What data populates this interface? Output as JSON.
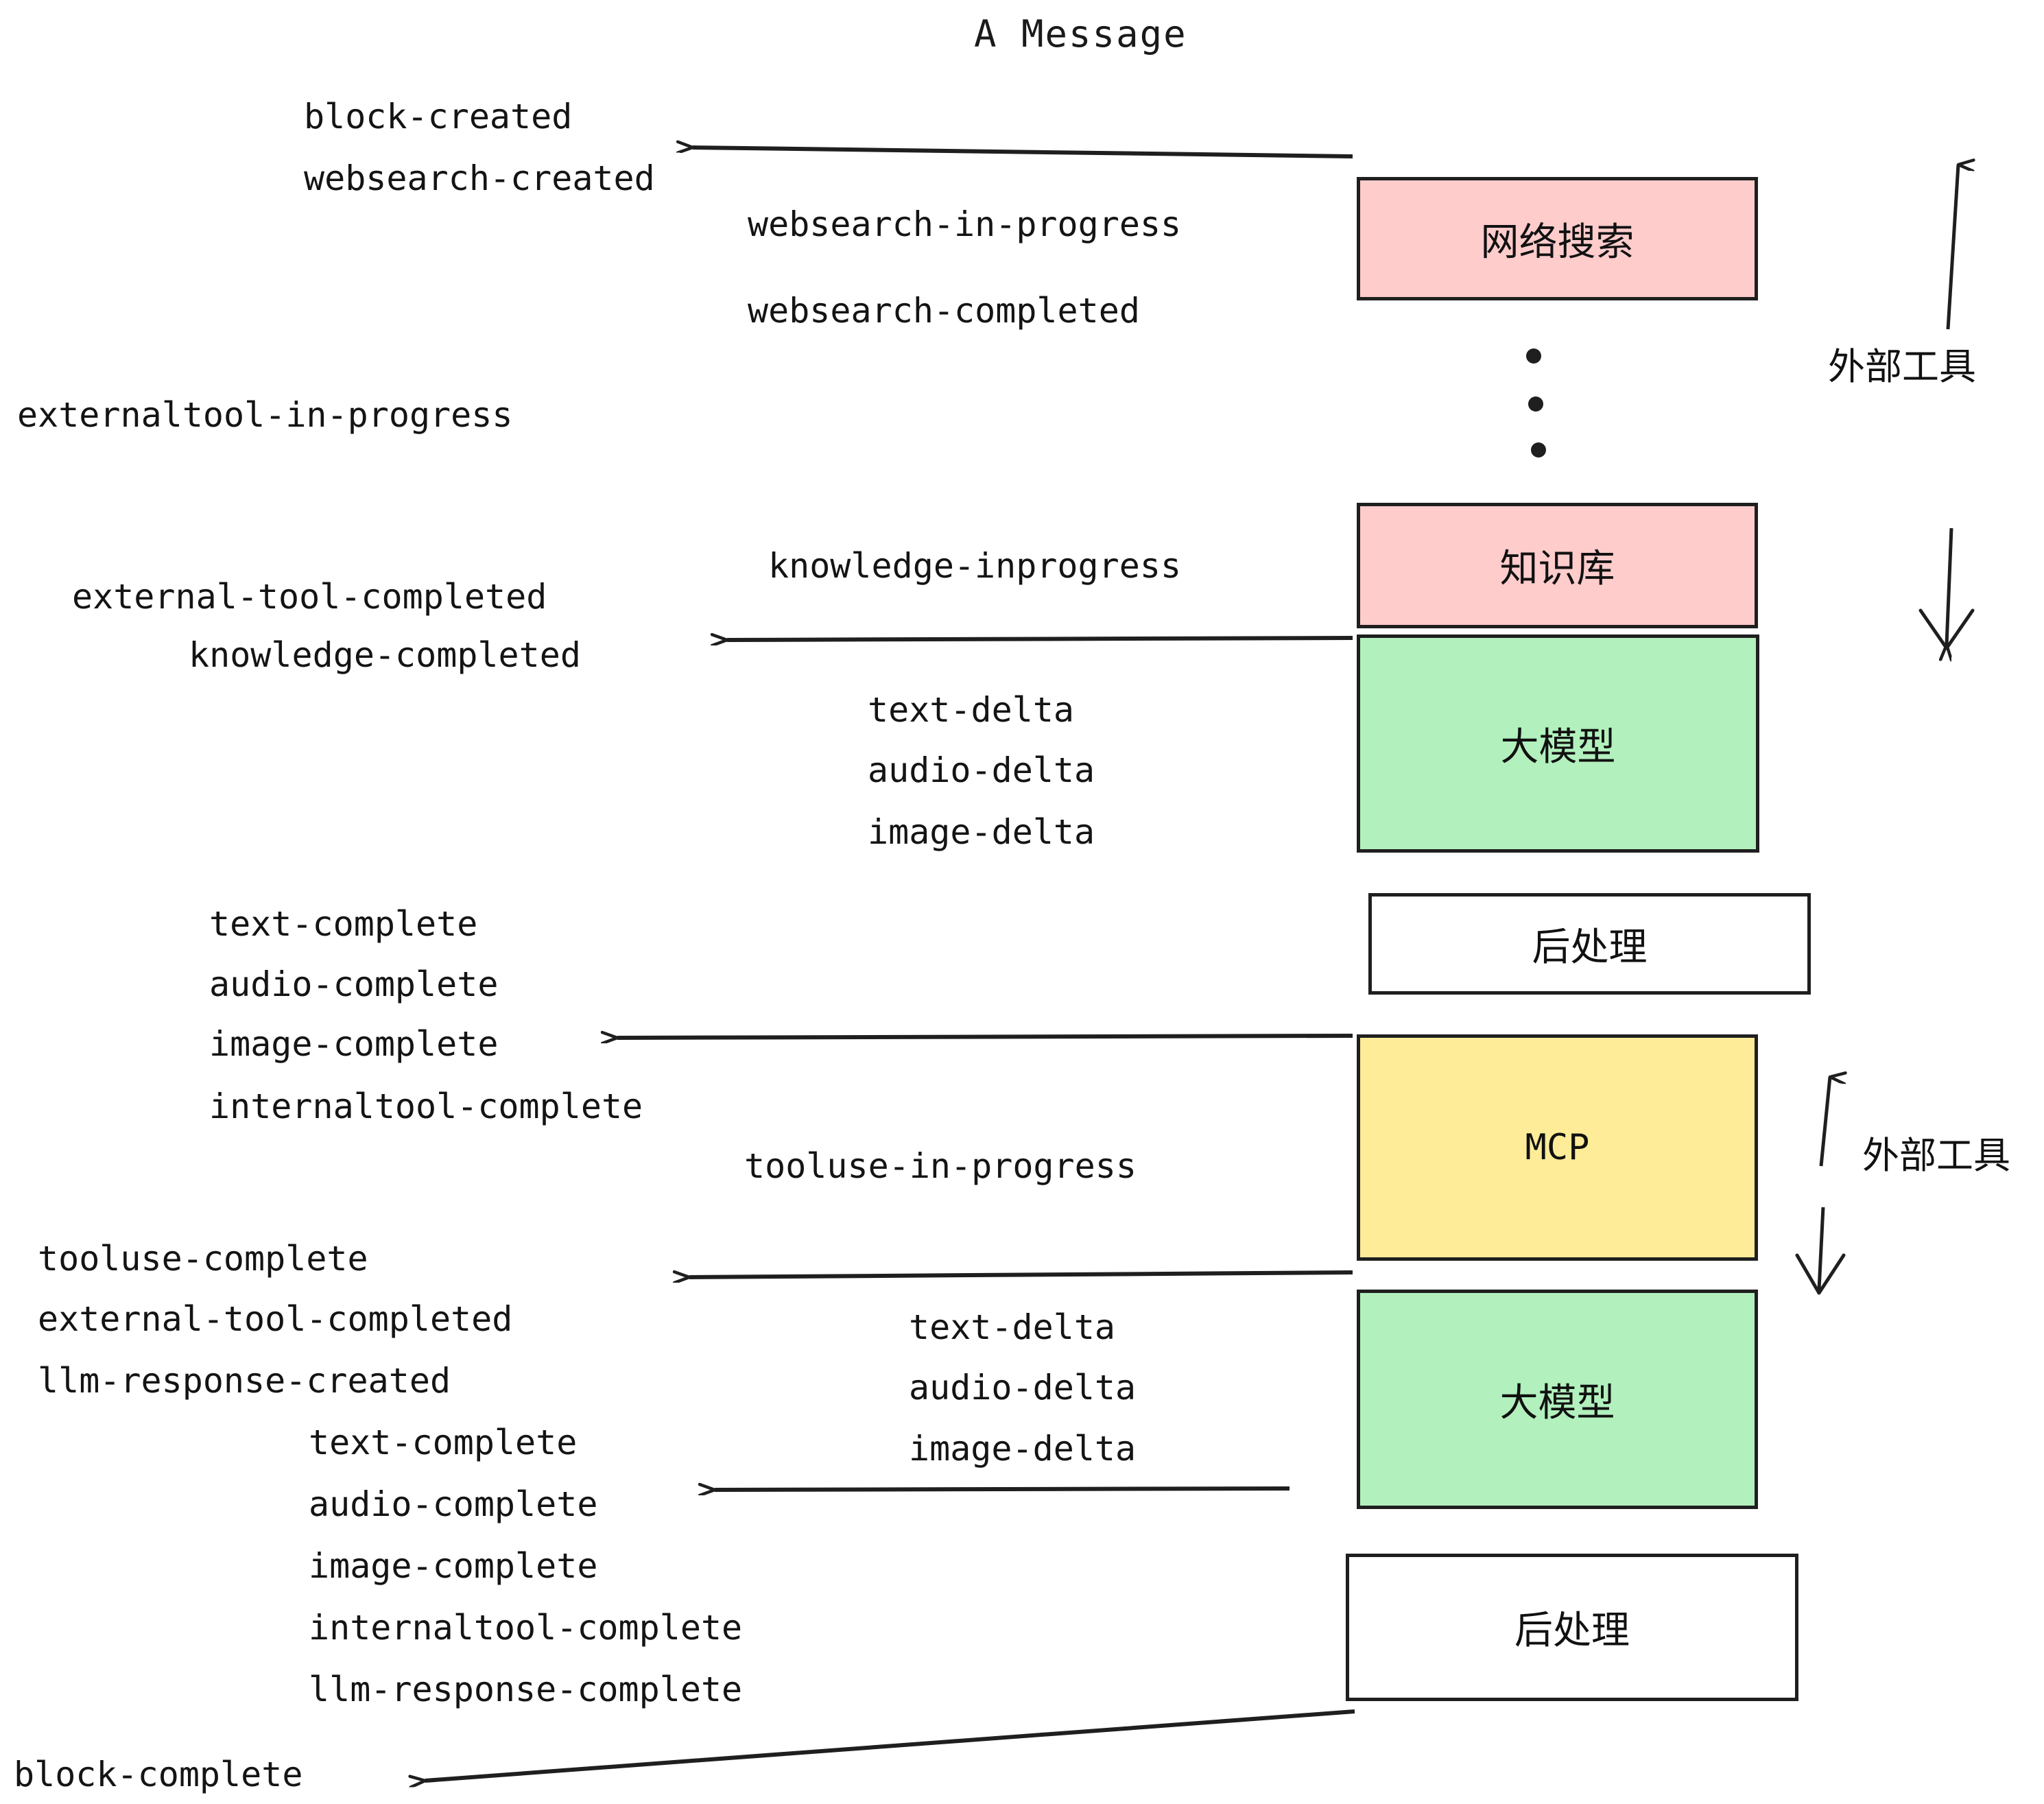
{
  "title": "A Message",
  "colors": {
    "pink": "#ffcccc",
    "green": "#b2f0bd",
    "yellow": "#ffec99",
    "white": "#ffffff",
    "stroke": "#1f1f1f",
    "text": "#141414"
  },
  "boxes": [
    {
      "id": "websearch",
      "label": "网络搜索",
      "fill": "pink"
    },
    {
      "id": "knowledge",
      "label": "知识库",
      "fill": "pink"
    },
    {
      "id": "llm-top",
      "label": "大模型",
      "fill": "green"
    },
    {
      "id": "postprocess-top",
      "label": "后处理",
      "fill": "white"
    },
    {
      "id": "mcp",
      "label": "MCP",
      "fill": "yellow"
    },
    {
      "id": "llm-bottom",
      "label": "大模型",
      "fill": "green"
    },
    {
      "id": "postprocess-bottom",
      "label": "后处理",
      "fill": "white"
    }
  ],
  "side_labels": [
    {
      "id": "external-tools-top",
      "label": "外部工具"
    },
    {
      "id": "external-tools-bottom",
      "label": "外部工具"
    }
  ],
  "events": [
    {
      "id": "block-created",
      "text": "block-created"
    },
    {
      "id": "websearch-created",
      "text": "websearch-created"
    },
    {
      "id": "websearch-in-progress",
      "text": "websearch-in-progress"
    },
    {
      "id": "websearch-completed",
      "text": "websearch-completed"
    },
    {
      "id": "externaltool-in-progress",
      "text": "externaltool-in-progress"
    },
    {
      "id": "knowledge-inprogress",
      "text": "knowledge-inprogress"
    },
    {
      "id": "external-tool-completed-1",
      "text": "external-tool-completed"
    },
    {
      "id": "knowledge-completed",
      "text": "knowledge-completed"
    },
    {
      "id": "text-delta-1",
      "text": "text-delta"
    },
    {
      "id": "audio-delta-1",
      "text": "audio-delta"
    },
    {
      "id": "image-delta-1",
      "text": "image-delta"
    },
    {
      "id": "text-complete-1",
      "text": "text-complete"
    },
    {
      "id": "audio-complete-1",
      "text": "audio-complete"
    },
    {
      "id": "image-complete-1",
      "text": "image-complete"
    },
    {
      "id": "internaltool-complete-1",
      "text": "internaltool-complete"
    },
    {
      "id": "tooluse-in-progress",
      "text": "tooluse-in-progress"
    },
    {
      "id": "tooluse-complete",
      "text": "tooluse-complete"
    },
    {
      "id": "external-tool-completed-2",
      "text": "external-tool-completed"
    },
    {
      "id": "llm-response-created",
      "text": "llm-response-created"
    },
    {
      "id": "text-delta-2",
      "text": "text-delta"
    },
    {
      "id": "audio-delta-2",
      "text": "audio-delta"
    },
    {
      "id": "image-delta-2",
      "text": "image-delta"
    },
    {
      "id": "text-complete-2",
      "text": "text-complete"
    },
    {
      "id": "audio-complete-2",
      "text": "audio-complete"
    },
    {
      "id": "image-complete-2",
      "text": "image-complete"
    },
    {
      "id": "internaltool-complete-2",
      "text": "internaltool-complete"
    },
    {
      "id": "llm-response-complete",
      "text": "llm-response-complete"
    },
    {
      "id": "block-complete",
      "text": "block-complete"
    }
  ]
}
